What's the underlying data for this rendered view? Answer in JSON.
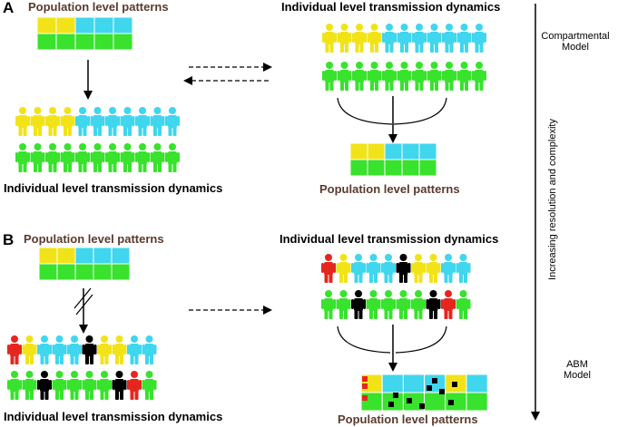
{
  "panel_a": {
    "label": "A",
    "top_left_title": "Population level patterns",
    "bottom_left_title": "Individual level transmission dynamics",
    "top_right_title": "Individual level transmission dynamics",
    "bottom_right_title": "Population level patterns"
  },
  "panel_b": {
    "label": "B",
    "top_left_title": "Population level patterns",
    "bottom_left_title": "Individual level transmission dynamics",
    "top_right_title": "Individual level transmission dynamics",
    "bottom_right_title": "Population level patterns"
  },
  "side": {
    "top_label_line1": "Compartmental",
    "top_label_line2": "Model",
    "axis_label": "Increasing resolution and  complexity",
    "bottom_label_line1": "ABM",
    "bottom_label_line2": "Model"
  },
  "colors": {
    "yellow": "#f2e318",
    "cyan": "#3fd6ee",
    "green": "#38e22d",
    "red": "#e5261f",
    "black": "#000000",
    "brown_text": "#5b3a2e"
  }
}
